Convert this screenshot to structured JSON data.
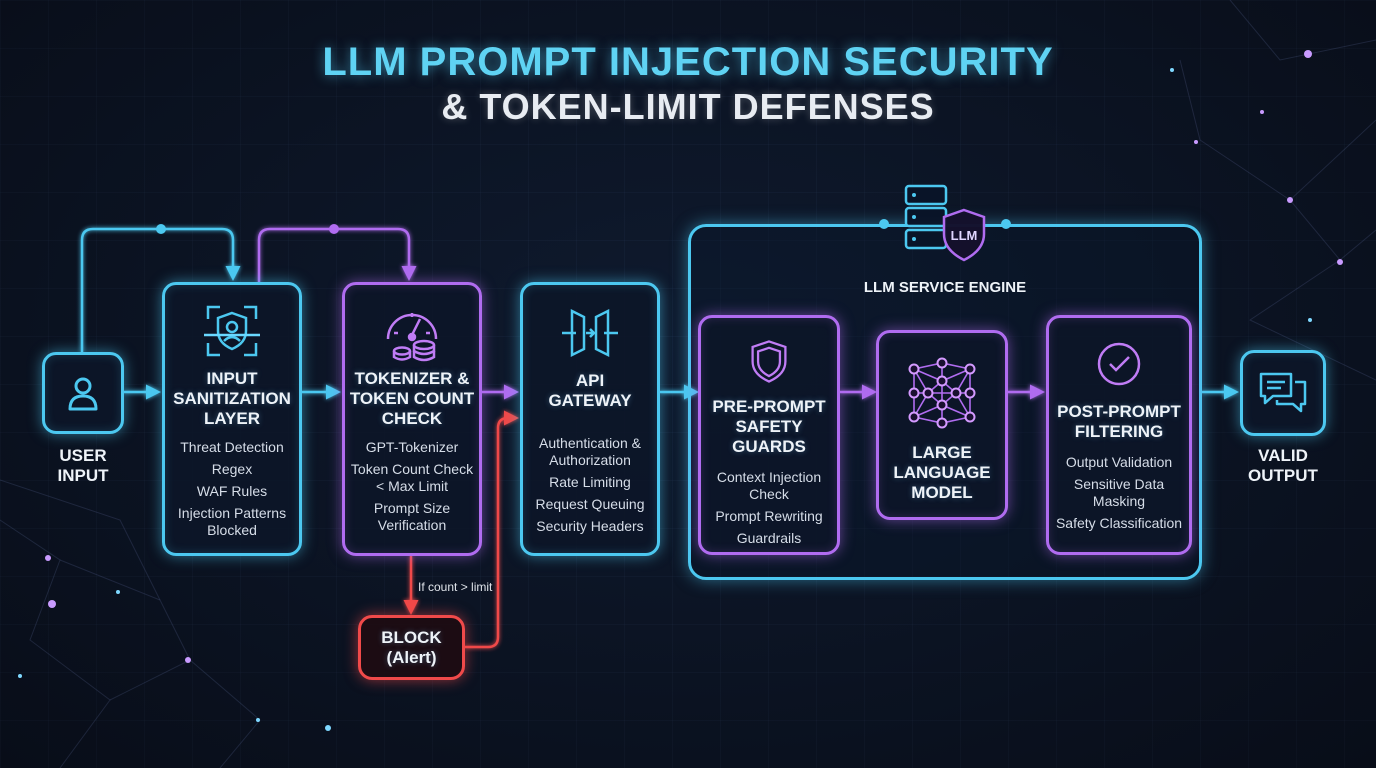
{
  "title": {
    "line1": "LLM PROMPT INJECTION SECURITY",
    "line2": "& TOKEN-LIMIT DEFENSES"
  },
  "user_input": {
    "label_line1": "USER",
    "label_line2": "INPUT"
  },
  "valid_output": {
    "label_line1": "VALID",
    "label_line2": "OUTPUT"
  },
  "stages": [
    {
      "heading": [
        "INPUT",
        "SANITIZATION",
        "LAYER"
      ],
      "items": [
        "Threat Detection",
        "Regex",
        "WAF Rules",
        "Injection Patterns\nBlocked"
      ]
    },
    {
      "heading": [
        "TOKENIZER &",
        "TOKEN COUNT",
        "CHECK"
      ],
      "items": [
        "GPT-Tokenizer",
        "Token Count Check\n< Max Limit",
        "Prompt Size\nVerification"
      ]
    },
    {
      "heading": [
        "API",
        "GATEWAY"
      ],
      "items": [
        "Authentication &\nAuthorization",
        "Rate Limiting",
        "Request Queuing",
        "Security Headers"
      ]
    }
  ],
  "engine": {
    "label": "LLM SERVICE ENGINE",
    "badge": "LLM",
    "modules": [
      {
        "heading": [
          "PRE-PROMPT",
          "SAFETY GUARDS"
        ],
        "items": [
          "Context Injection\nCheck",
          "Prompt Rewriting",
          "Guardrails"
        ]
      },
      {
        "heading": [
          "LARGE",
          "LANGUAGE",
          "MODEL"
        ],
        "items": []
      },
      {
        "heading": [
          "POST-PROMPT",
          "FILTERING"
        ],
        "items": [
          "Output Validation",
          "Sensitive Data\nMasking",
          "Safety Classification"
        ]
      }
    ]
  },
  "block": {
    "condition": "If count > limit",
    "line1": "BLOCK",
    "line2": "(Alert)"
  },
  "colors": {
    "cyan": "#4cc8f0",
    "purple": "#b06cf0",
    "red": "#f04a4a",
    "background": "#0c1322"
  },
  "icons": [
    "user-icon",
    "scan-shield-icon",
    "gauge-coins-icon",
    "gateway-icon",
    "server-shield-icon",
    "shield-icon",
    "neural-network-icon",
    "check-circle-icon",
    "chat-bubbles-icon"
  ]
}
